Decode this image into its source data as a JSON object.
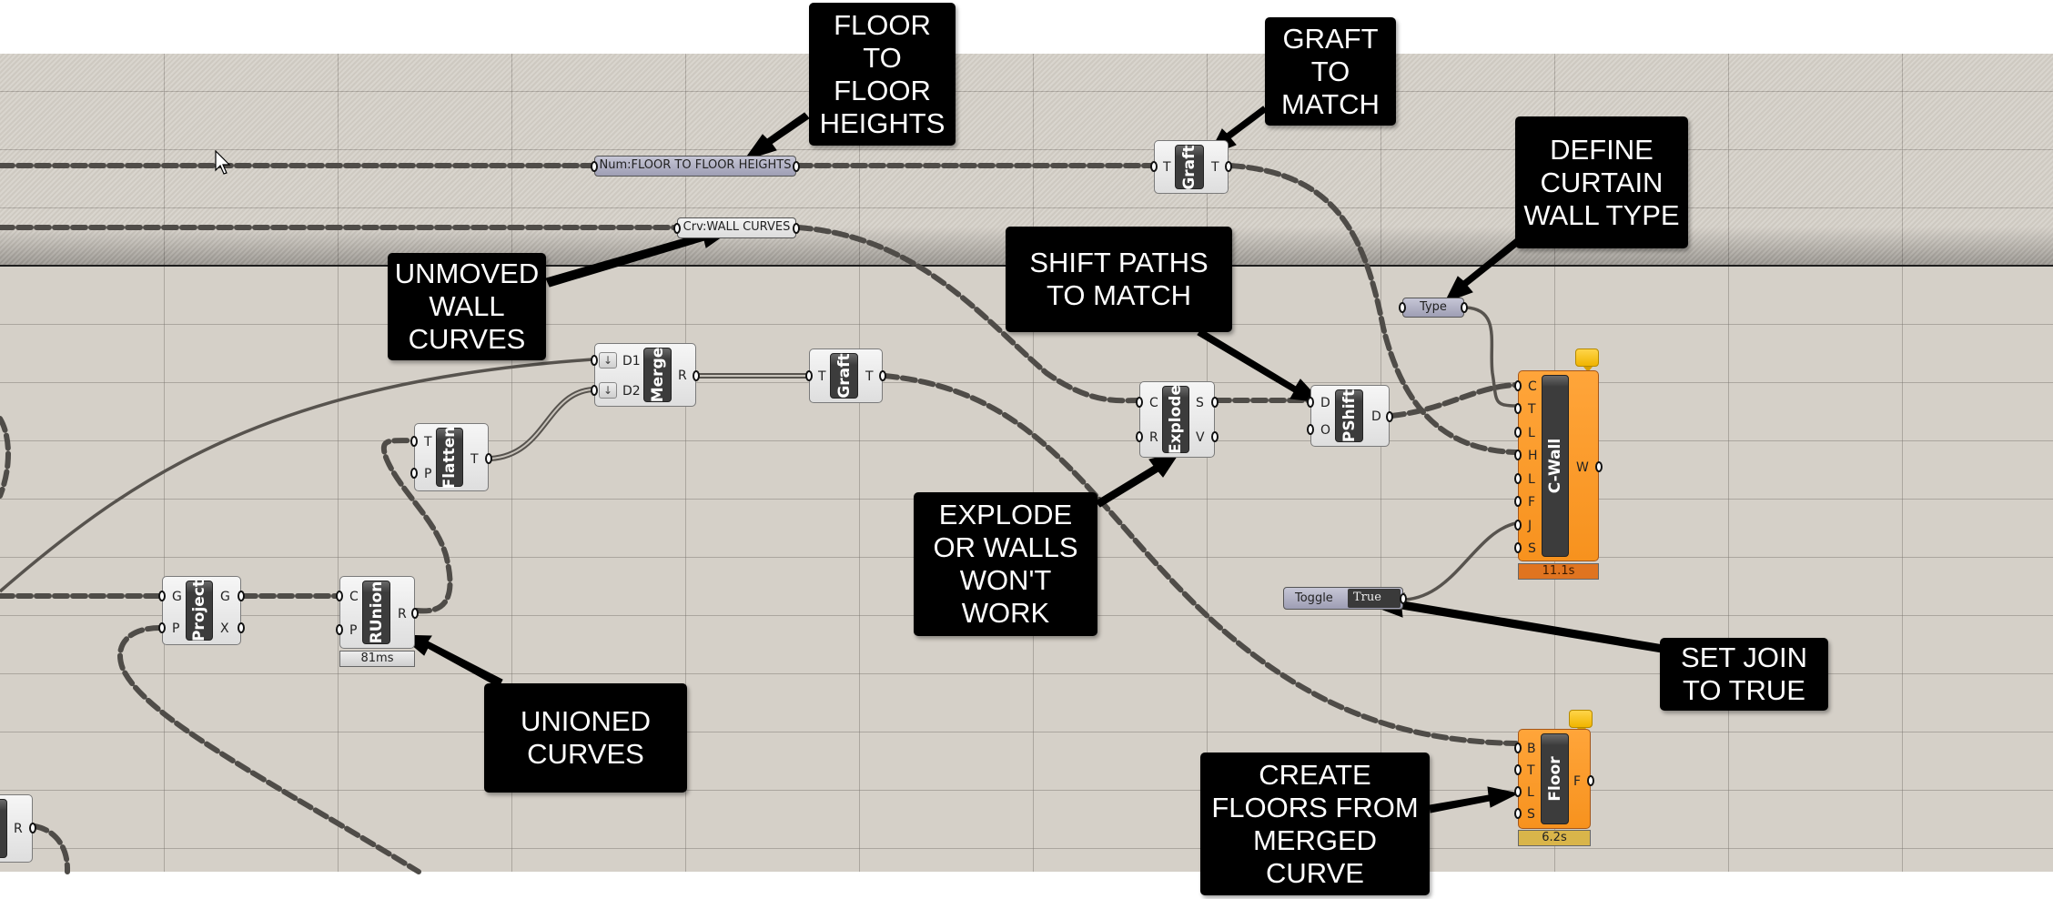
{
  "canvas": {
    "background": "#d5d0c8",
    "component_color": "#f0f0f0",
    "active_component_color": "#f7921e",
    "annotation_color": "#000000"
  },
  "params": {
    "num_floor_heights": "Num:FLOOR TO FLOOR HEIGHTS",
    "crv_wall_curves": "Crv:WALL CURVES",
    "type": "Type",
    "toggle_label": "Toggle",
    "toggle_value": "True"
  },
  "components": {
    "graft_top": {
      "name": "Graft",
      "inputs": [
        "T"
      ],
      "outputs": [
        "T"
      ]
    },
    "merge": {
      "name": "Merge",
      "inputs": [
        "D1",
        "D2"
      ],
      "outputs": [
        "R"
      ]
    },
    "graft_mid": {
      "name": "Graft",
      "inputs": [
        "T"
      ],
      "outputs": [
        "T"
      ]
    },
    "explode": {
      "name": "Explode",
      "inputs": [
        "C",
        "R"
      ],
      "outputs": [
        "S",
        "V"
      ]
    },
    "pshift": {
      "name": "PShift",
      "inputs": [
        "D",
        "O"
      ],
      "outputs": [
        "D"
      ]
    },
    "cwall": {
      "name": "C-Wall",
      "inputs": [
        "C",
        "T",
        "L",
        "H",
        "L",
        "F",
        "J",
        "S"
      ],
      "outputs": [
        "W"
      ],
      "timer": "11.1s"
    },
    "flatten": {
      "name": "Flatten",
      "inputs": [
        "T",
        "P"
      ],
      "outputs": [
        "T"
      ]
    },
    "project": {
      "name": "Project",
      "inputs": [
        "G",
        "P"
      ],
      "outputs": [
        "G",
        "X"
      ]
    },
    "runion": {
      "name": "RUnion",
      "inputs": [
        "C",
        "P"
      ],
      "outputs": [
        "R"
      ],
      "timer": "81ms"
    },
    "floor": {
      "name": "Floor",
      "inputs": [
        "B",
        "T",
        "L",
        "S"
      ],
      "outputs": [
        "F"
      ],
      "timer": "6.2s"
    },
    "partial_left": {
      "outputs": [
        "R"
      ]
    }
  },
  "annotations": {
    "floor_heights": "FLOOR\nTO\nFLOOR\nHEIGHTS",
    "graft_match": "GRAFT\nTO\nMATCH",
    "curtain_type": "DEFINE\nCURTAIN\nWALL TYPE",
    "shift_paths": "SHIFT PATHS\nTO MATCH",
    "unmoved": "UNMOVED\nWALL\nCURVES",
    "explode": "EXPLODE\nOR WALLS\nWON'T\nWORK",
    "set_join": "SET JOIN\nTO TRUE",
    "unioned": "UNIONED\nCURVES",
    "create_floors": "CREATE\nFLOORS FROM\nMERGED\nCURVE"
  },
  "icons": {
    "dropdown_arrow": "↓"
  }
}
